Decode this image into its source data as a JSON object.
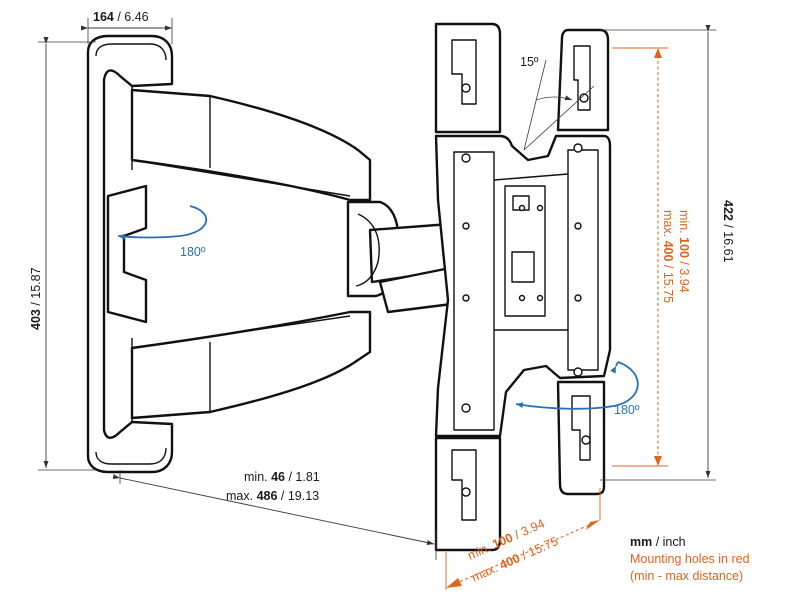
{
  "colors": {
    "accent_orange": "#e0641e",
    "rotation_blue": "#2a6fb3",
    "line": "#111111"
  },
  "dimensions": {
    "depth": {
      "mm": "164",
      "sep": " / ",
      "inch": "6.46"
    },
    "wall_height": {
      "mm": "403",
      "sep": " / ",
      "inch": "15.87"
    },
    "plate_height": {
      "mm": "422",
      "sep": " / ",
      "inch": "16.61"
    },
    "extension_min": {
      "prefix": "min. ",
      "mm": "46",
      "sep": " / ",
      "inch": "1.81"
    },
    "extension_max": {
      "prefix": "max. ",
      "mm": "486",
      "sep": " / ",
      "inch": "19.13"
    },
    "hole_vertical_min": {
      "prefix": "min. ",
      "mm": "100",
      "sep": " / ",
      "inch": "3.94"
    },
    "hole_vertical_max": {
      "prefix": "max. ",
      "mm": "400",
      "sep": " / ",
      "inch": "15.75"
    },
    "hole_horizontal_min": {
      "prefix": "min. ",
      "mm": "100",
      "sep": " / ",
      "inch": "3.94"
    },
    "hole_horizontal_max": {
      "prefix": "max. ",
      "mm": "400",
      "sep": " / ",
      "inch": "15.75"
    }
  },
  "angles": {
    "tilt": "15º",
    "swivel_wall": "180º",
    "rotation_plate": "180º"
  },
  "legend": {
    "unit_mm": "mm",
    "unit_sep": " / inch",
    "line_2": "Mounting holes in red",
    "line_3": "(min - max distance)"
  }
}
